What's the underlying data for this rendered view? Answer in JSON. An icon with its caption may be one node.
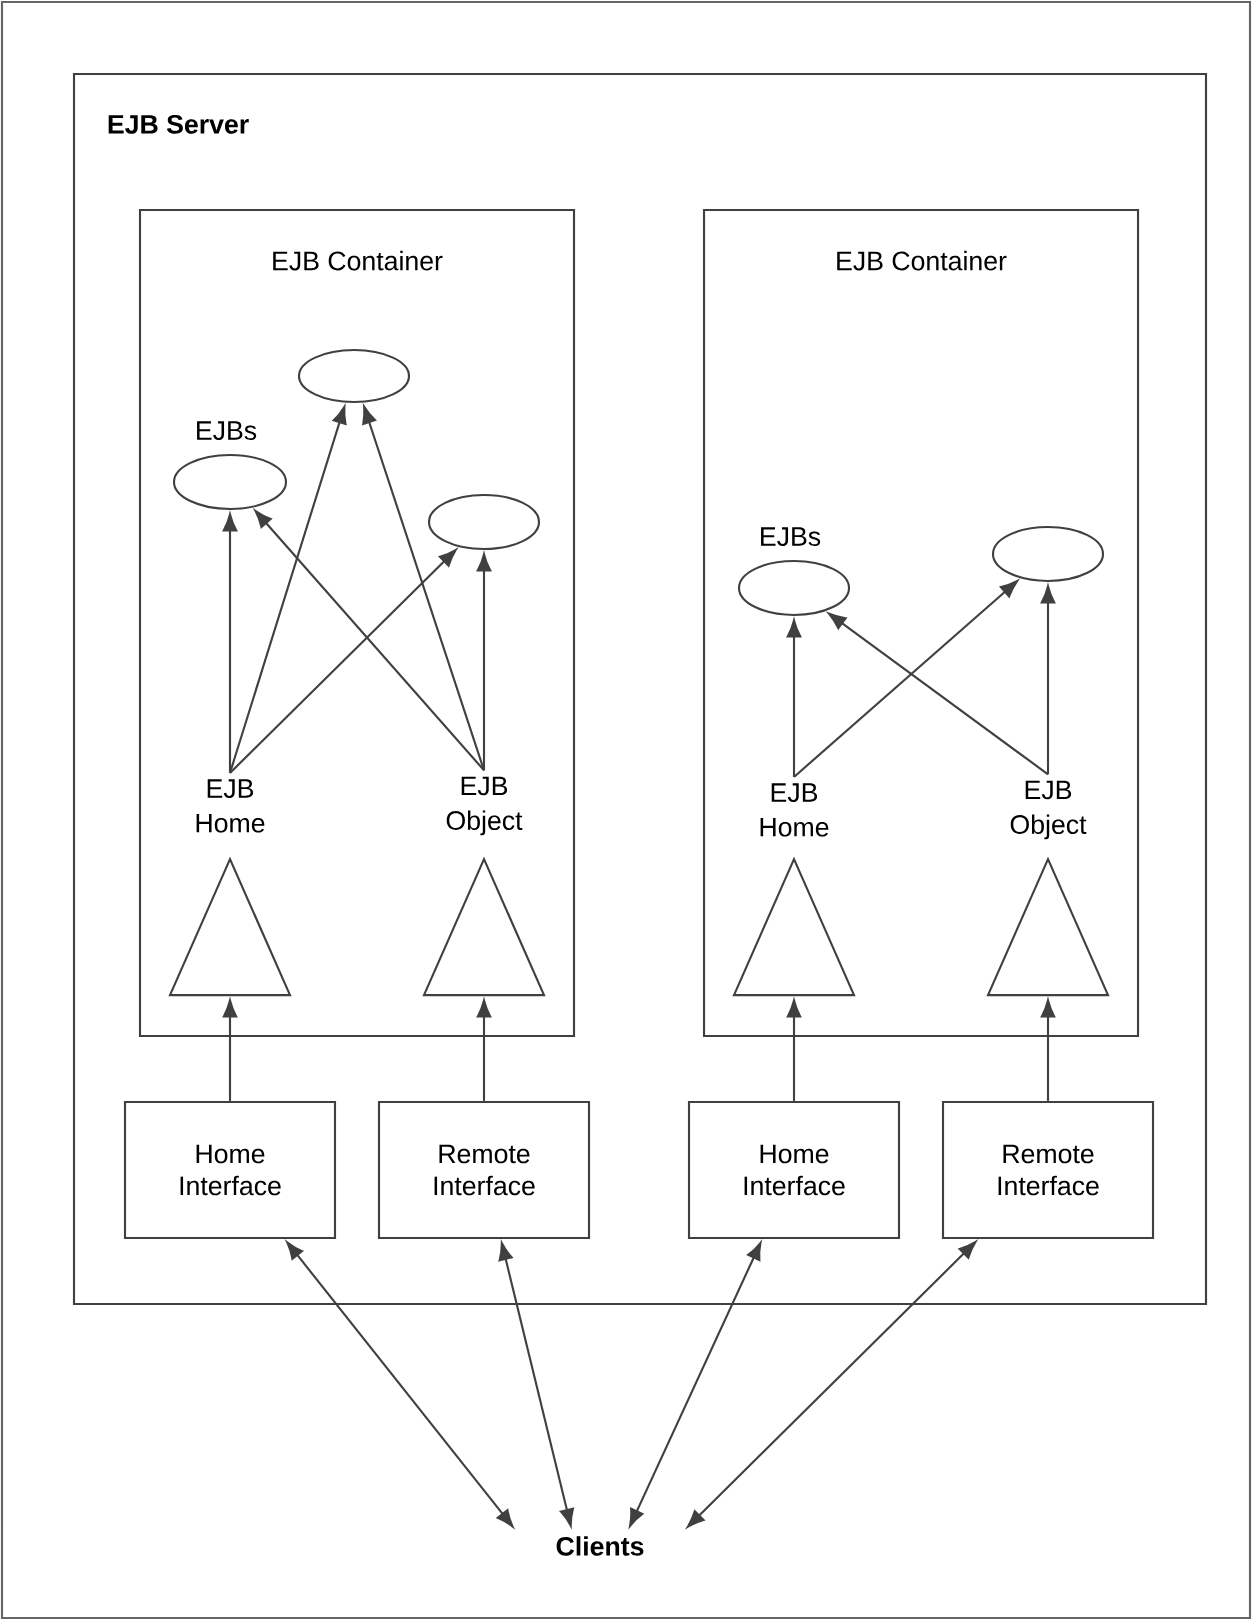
{
  "diagram": {
    "nodes": [
      {
        "text": [
          "EJB Server"
        ]
      },
      {
        "text": [
          "EJB Container"
        ],
        "in": 0
      },
      {
        "text": [],
        "shape": "ellipse",
        "in": 1
      },
      {
        "text": [],
        "shape": "ellipse",
        "in": 1,
        "beside": [
          "EJBs"
        ]
      },
      {
        "text": [],
        "shape": "ellipse",
        "in": 1
      },
      {
        "text": [
          "EJB Home"
        ],
        "in": 1
      },
      {
        "text": [
          "EJB Object"
        ],
        "in": 1
      },
      {
        "text": [],
        "shape": "triangle",
        "in": 1
      },
      {
        "text": [],
        "shape": "triangle",
        "in": 1
      },
      {
        "text": [
          "EJB Container"
        ],
        "in": 0
      },
      {
        "text": [],
        "shape": "ellipse",
        "in": 9,
        "beside": [
          "EJBs"
        ]
      },
      {
        "text": [],
        "shape": "ellipse",
        "in": 9
      },
      {
        "text": [
          "EJB Home"
        ],
        "in": 9
      },
      {
        "text": [
          "EJB Object"
        ],
        "in": 9
      },
      {
        "text": [],
        "shape": "triangle",
        "in": 9
      },
      {
        "text": [],
        "shape": "triangle",
        "in": 9
      },
      {
        "text": [
          "Home Interface"
        ],
        "in": 0
      },
      {
        "text": [
          "Remote Interface"
        ],
        "in": 0
      },
      {
        "text": [
          "Home Interface"
        ],
        "in": 0
      },
      {
        "text": [
          "Remote Interface"
        ],
        "in": 0
      },
      {
        "text": [
          "Clients"
        ]
      }
    ],
    "edges": [
      {
        "from": 5,
        "to": 3,
        "arrow": "to"
      },
      {
        "from": 5,
        "to": 2,
        "arrow": "to"
      },
      {
        "from": 5,
        "to": 4,
        "arrow": "to"
      },
      {
        "from": 6,
        "to": 2,
        "arrow": "to"
      },
      {
        "from": 6,
        "to": 3,
        "arrow": "to"
      },
      {
        "from": 6,
        "to": 4,
        "arrow": "to"
      },
      {
        "from": 12,
        "to": 10,
        "arrow": "to"
      },
      {
        "from": 12,
        "to": 11,
        "arrow": "to"
      },
      {
        "from": 13,
        "to": 10,
        "arrow": "to"
      },
      {
        "from": 13,
        "to": 11,
        "arrow": "to"
      },
      {
        "from": 16,
        "to": 7,
        "arrow": "to"
      },
      {
        "from": 17,
        "to": 8,
        "arrow": "to"
      },
      {
        "from": 18,
        "to": 14,
        "arrow": "to"
      },
      {
        "from": 19,
        "to": 15,
        "arrow": "to"
      },
      {
        "from": 16,
        "to": 20,
        "arrow": "both"
      },
      {
        "from": 17,
        "to": 20,
        "arrow": "both"
      },
      {
        "from": 18,
        "to": 20,
        "arrow": "both"
      },
      {
        "from": 19,
        "to": 20,
        "arrow": "both"
      }
    ]
  }
}
